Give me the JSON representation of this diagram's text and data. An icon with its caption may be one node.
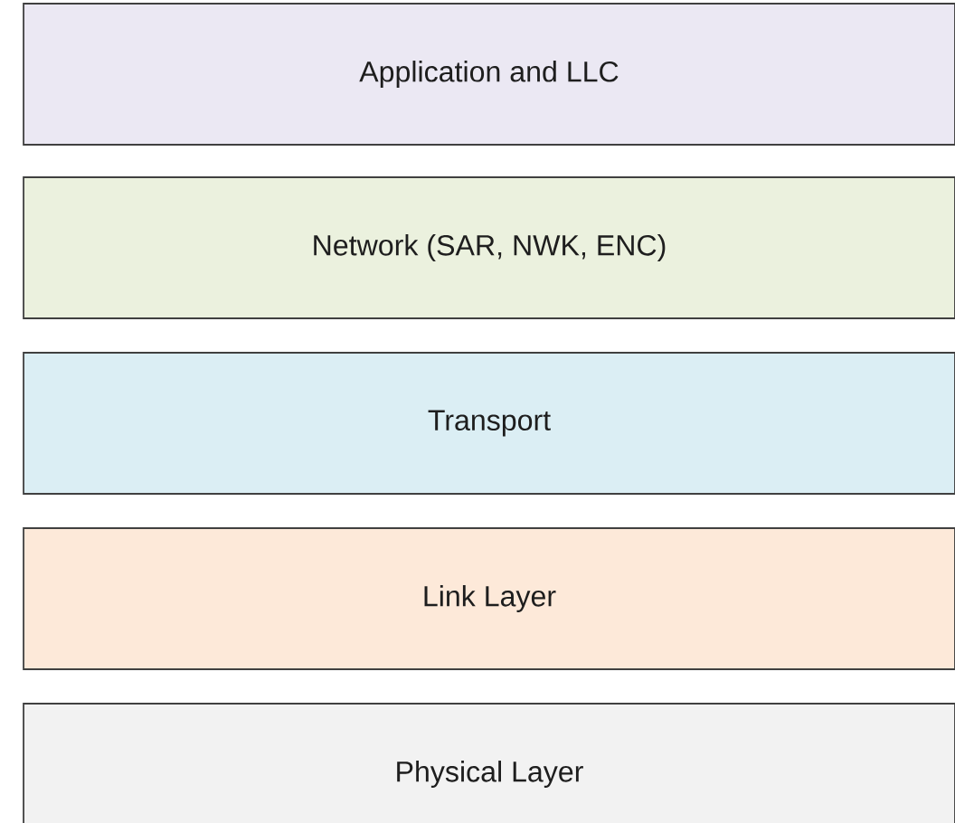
{
  "diagram": {
    "nodes": [
      {
        "text": [
          "Application and LLC"
        ]
      },
      {
        "text": [
          "Network (SAR, NWK, ENC)"
        ]
      },
      {
        "text": [
          "Transport"
        ]
      },
      {
        "text": [
          "Link Layer"
        ]
      },
      {
        "text": [
          "Physical Layer"
        ]
      }
    ]
  }
}
